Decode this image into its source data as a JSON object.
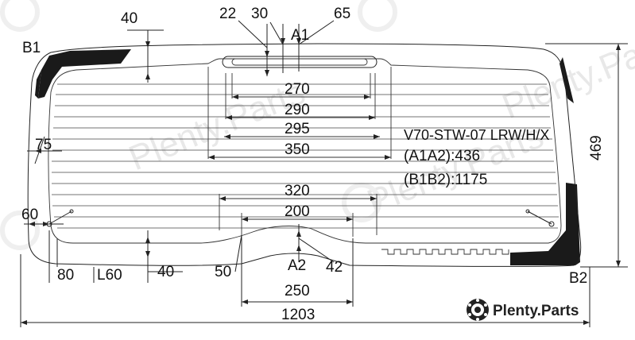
{
  "drawing": {
    "model_code": "V70-STW-07 LRW/H/X",
    "area_a1a2": "(A1A2):436",
    "area_b1b2": "(B1B2):1175",
    "points": {
      "a1": "A1",
      "a2": "A2",
      "b1": "B1",
      "b2": "B2"
    },
    "dimensions": {
      "top_40": "40",
      "top_22": "22",
      "top_30": "30",
      "top_65": "65",
      "d270": "270",
      "d290": "290",
      "d295": "295",
      "d350": "350",
      "left_75": "75",
      "d320": "320",
      "d200": "200",
      "left_60": "60",
      "bottom_80": "80",
      "bottom_l60": "L60",
      "bottom_40": "40",
      "bottom_50": "50",
      "bottom_42": "42",
      "d250": "250",
      "width_1203": "1203",
      "height_469": "469"
    }
  },
  "watermark": {
    "brand_text": "Plenty.Parts",
    "faded_text": "Plenty.Parts",
    "logo_icon": "plenty-parts-logo-icon"
  }
}
